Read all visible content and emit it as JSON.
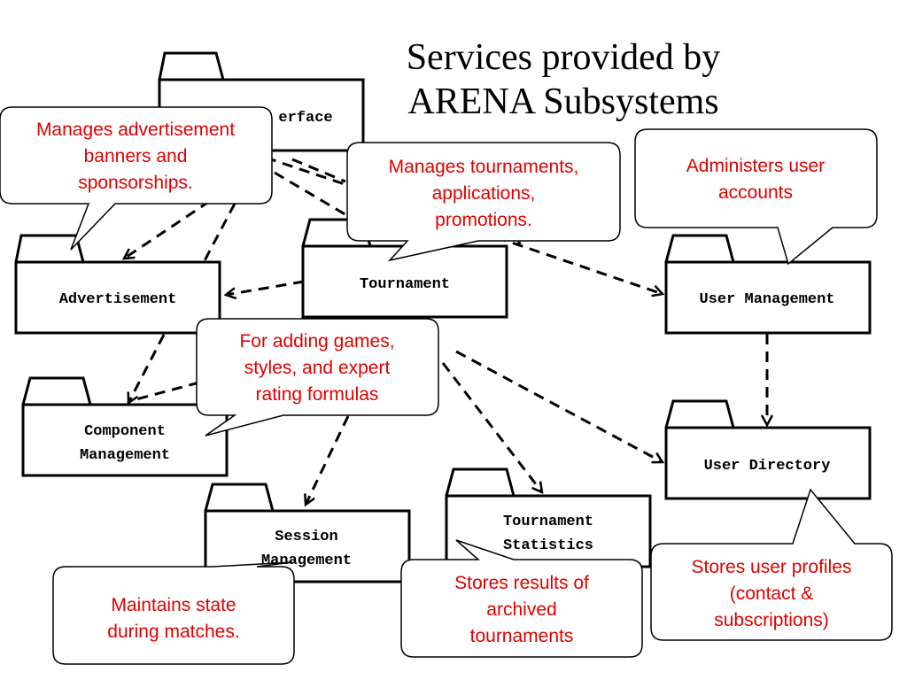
{
  "title": {
    "line1": "Services provided by",
    "line2": "ARENA  Subsystems"
  },
  "packages": {
    "interface": {
      "label": "erface"
    },
    "advertisement": {
      "label": "Advertisement"
    },
    "tournament": {
      "label": "Tournament"
    },
    "user_management": {
      "label": "User Management"
    },
    "component_management": {
      "line1": "Component",
      "line2": "Management"
    },
    "user_directory": {
      "label": "User Directory"
    },
    "session_management": {
      "line1": "Session",
      "line2": "Management"
    },
    "tournament_statistics": {
      "line1": "Tournament",
      "line2": "Statistics"
    }
  },
  "callouts": {
    "advertisement": {
      "lines": [
        "Manages advertisement",
        "banners and",
        "sponsorships."
      ]
    },
    "tournament": {
      "lines": [
        "Manages tournaments,",
        "applications,",
        "promotions."
      ]
    },
    "user_management": {
      "lines": [
        "Administers user",
        "accounts"
      ]
    },
    "component_management": {
      "lines": [
        "For adding games,",
        "styles, and expert",
        "rating formulas"
      ]
    },
    "user_directory": {
      "lines": [
        "Stores user profiles",
        "(contact &",
        "subscriptions)"
      ]
    },
    "session_management": {
      "lines": [
        "Maintains state",
        "during matches."
      ]
    },
    "tournament_statistics": {
      "lines": [
        "Stores results of",
        "archived",
        "tournaments"
      ]
    }
  },
  "colors": {
    "callout_text": "#e00000",
    "lines": "#000000",
    "background": "#ffffff"
  }
}
